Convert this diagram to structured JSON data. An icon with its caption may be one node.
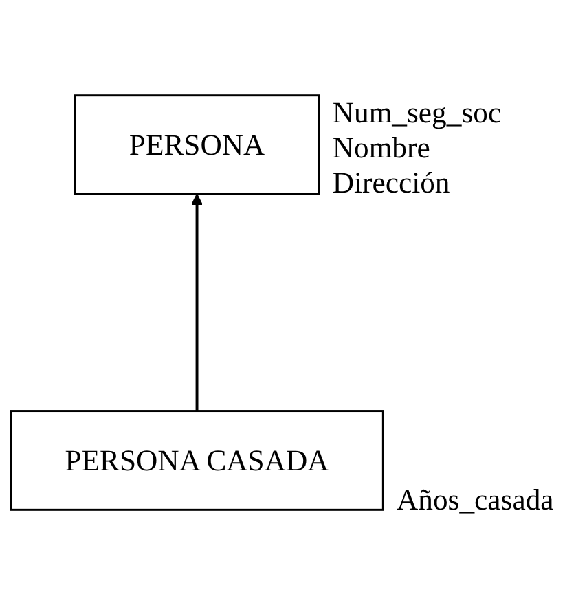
{
  "diagram": {
    "nodes": [
      {
        "text": [
          "PERSONA"
        ],
        "beside": [
          "Num_seg_soc",
          "Nombre",
          "Dirección"
        ]
      },
      {
        "text": [
          "PERSONA CASADA"
        ],
        "beside": [
          "Años_casada"
        ]
      }
    ],
    "edges": [
      {
        "from": 1,
        "to": 0,
        "arrow": "to"
      }
    ]
  }
}
